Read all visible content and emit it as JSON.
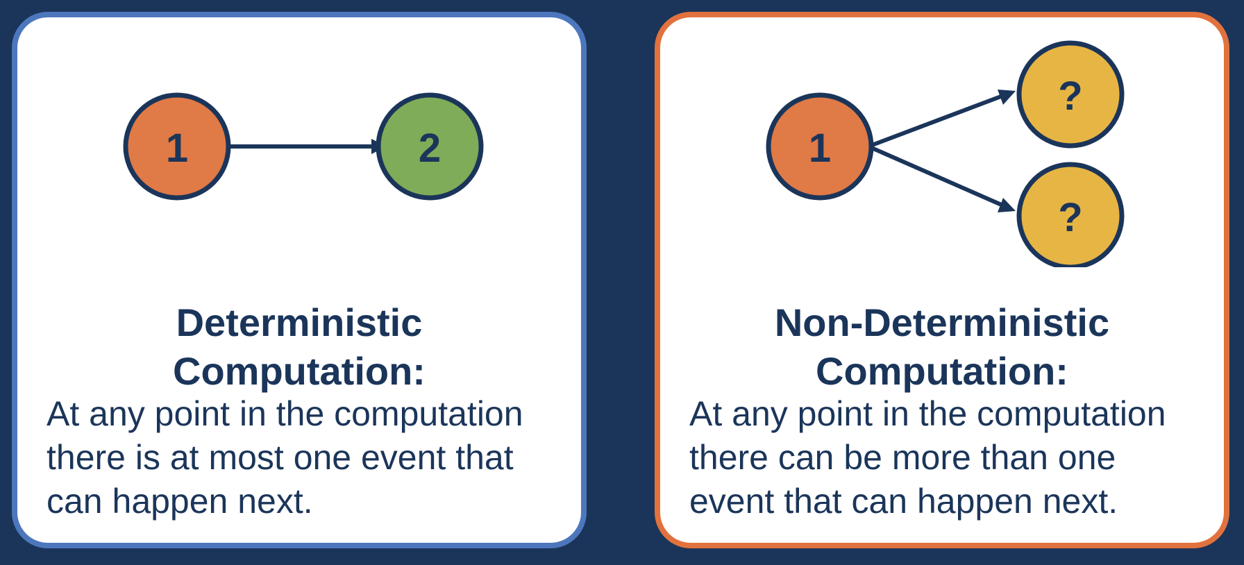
{
  "left_panel": {
    "nodes": [
      {
        "label": "1",
        "color": "#e07a46"
      },
      {
        "label": "2",
        "color": "#7fac58"
      }
    ],
    "heading_lines": [
      "Deterministic",
      "Computation:"
    ],
    "description_lines": [
      "At any point in the computation",
      "there is at most one event that",
      "can happen next."
    ],
    "border_color": "#4d77bd"
  },
  "right_panel": {
    "nodes": [
      {
        "label": "1",
        "color": "#e07a46"
      },
      {
        "label": "?",
        "color": "#e7b544"
      },
      {
        "label": "?",
        "color": "#e7b544"
      }
    ],
    "heading_lines": [
      "Non-Deterministic",
      "Computation:"
    ],
    "description_lines": [
      "At any point in the computation",
      "there can be more than one",
      "event that can happen next."
    ],
    "border_color": "#e1723d"
  },
  "colors": {
    "background": "#1b355a",
    "text": "#1b355a"
  }
}
